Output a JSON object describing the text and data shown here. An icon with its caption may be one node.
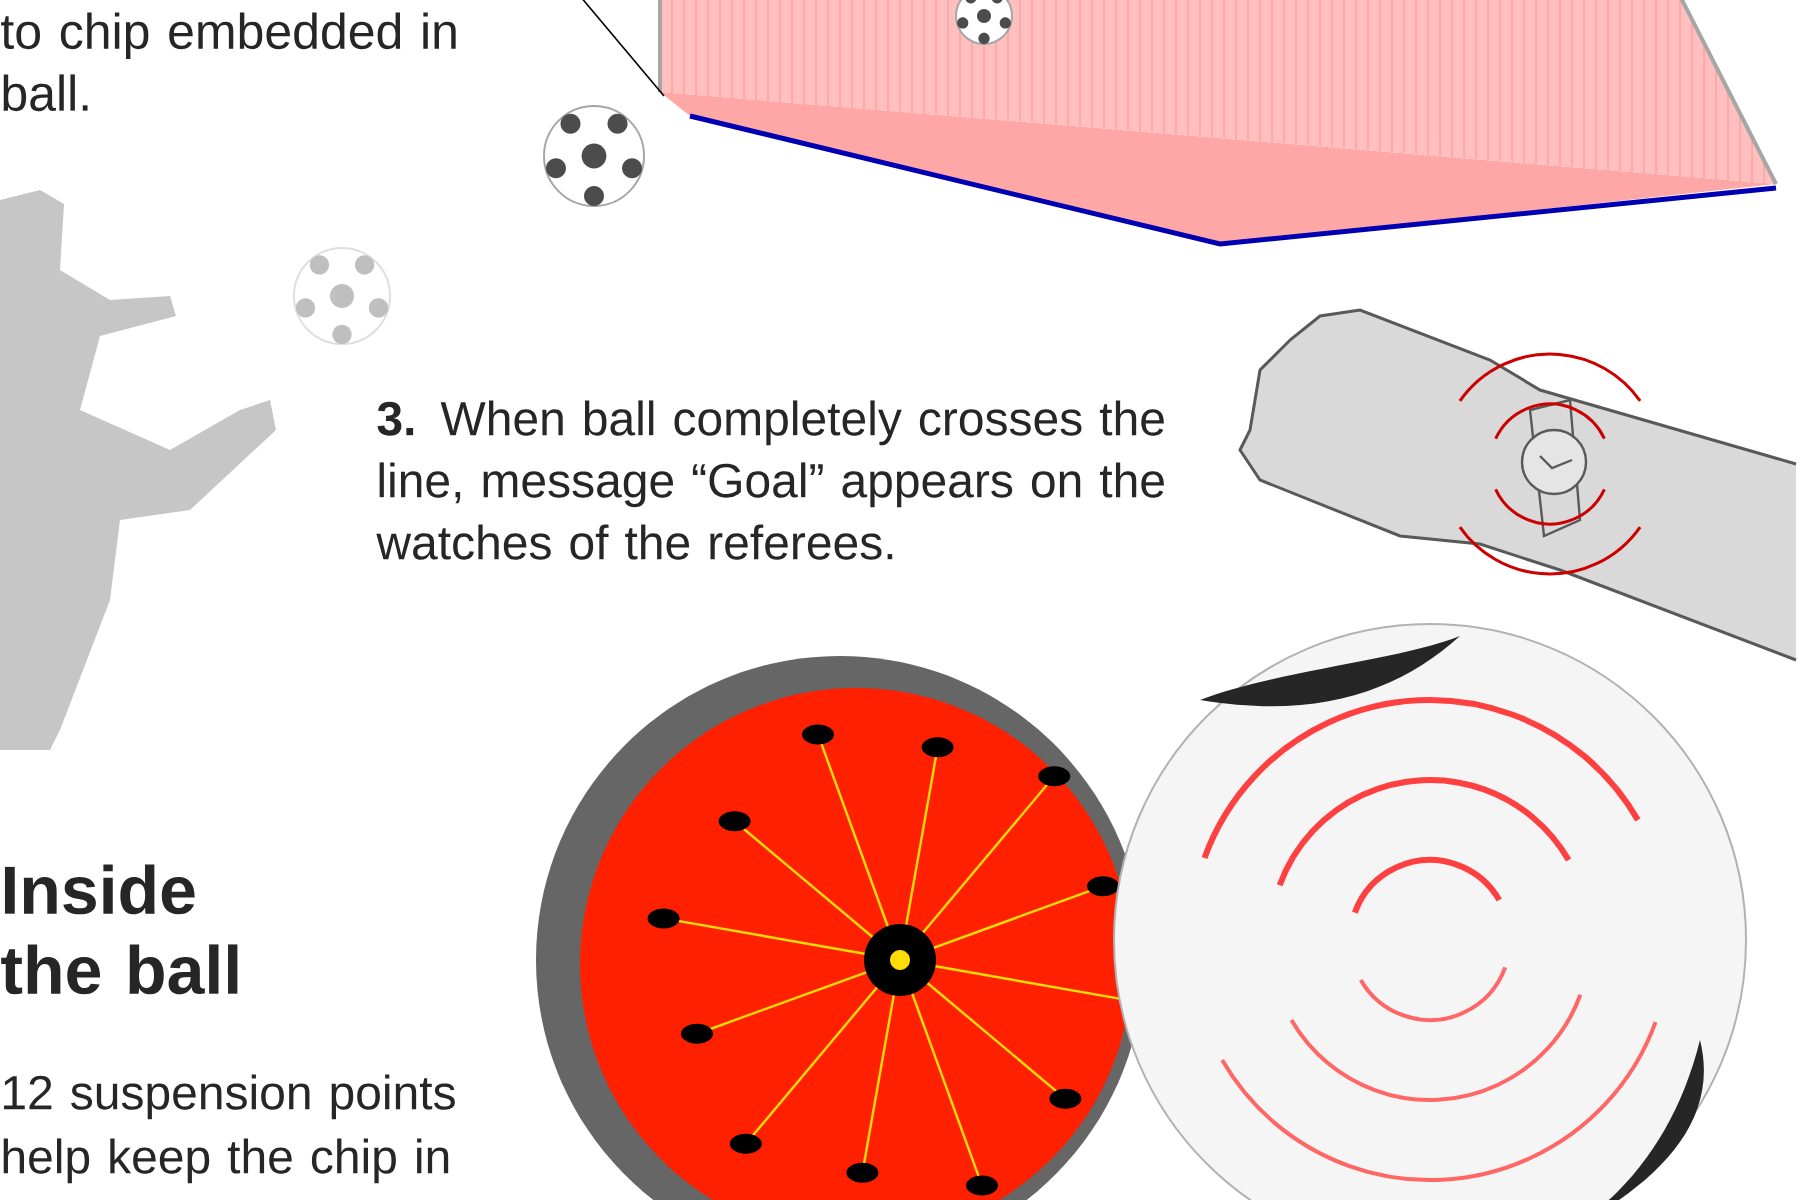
{
  "diagram": {
    "labels": [
      "to chip embedded in ball.",
      "**3.** When ball completely crosses the line, message “Goal” appears on the watches of the referees.",
      "Inside the ball",
      "12 suspension points help keep the chip in"
    ]
  }
}
